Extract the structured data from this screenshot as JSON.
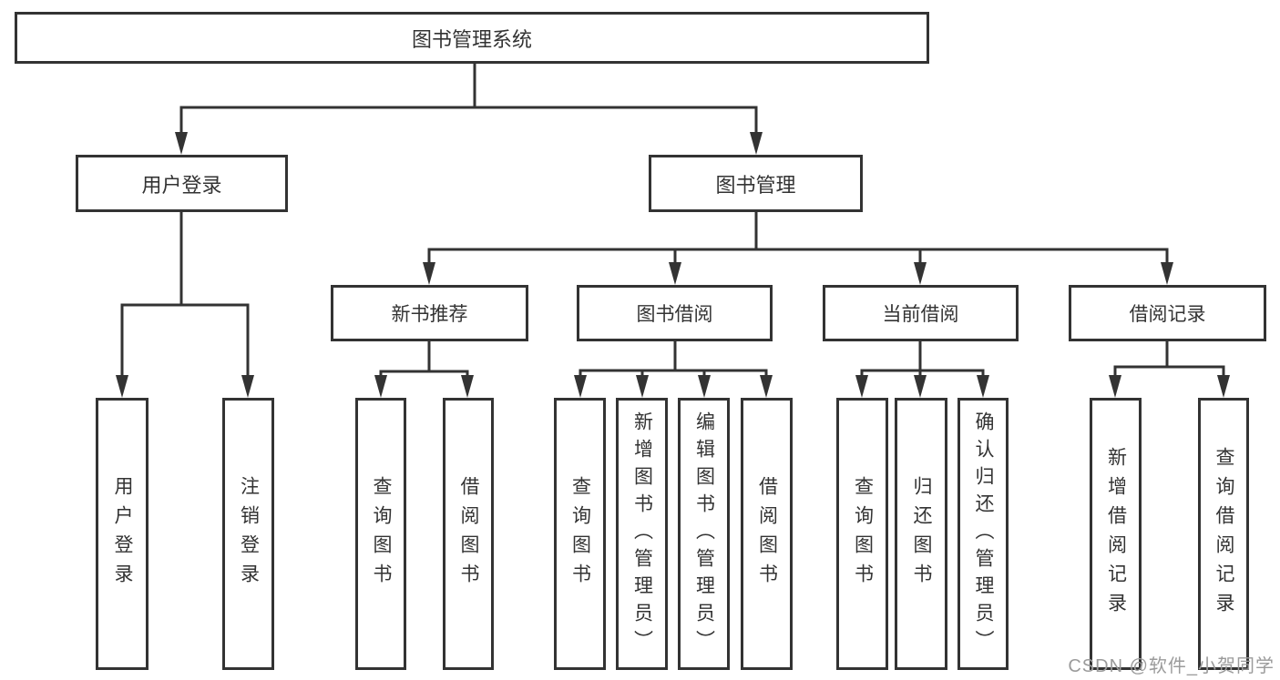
{
  "colors": {
    "line": "#333333",
    "text": "#333333",
    "background": "#ffffff",
    "watermark": "#9b9b9b"
  },
  "diagram": {
    "title": "图书管理系统",
    "level2": [
      {
        "label": "用户登录"
      },
      {
        "label": "图书管理"
      }
    ],
    "level3": [
      {
        "label": "新书推荐",
        "parent": "图书管理"
      },
      {
        "label": "图书借阅",
        "parent": "图书管理"
      },
      {
        "label": "当前借阅",
        "parent": "图书管理"
      },
      {
        "label": "借阅记录",
        "parent": "图书管理"
      }
    ],
    "leaves": [
      {
        "label": "用户登录",
        "parent": "用户登录"
      },
      {
        "label": "注销登录",
        "parent": "用户登录"
      },
      {
        "label": "查询图书",
        "parent": "新书推荐"
      },
      {
        "label": "借阅图书",
        "parent": "新书推荐"
      },
      {
        "label": "查询图书",
        "parent": "图书借阅"
      },
      {
        "label": "新增图书（管理员）",
        "parent": "图书借阅"
      },
      {
        "label": "编辑图书（管理员）",
        "parent": "图书借阅"
      },
      {
        "label": "借阅图书",
        "parent": "图书借阅"
      },
      {
        "label": "查询图书",
        "parent": "当前借阅"
      },
      {
        "label": "归还图书",
        "parent": "当前借阅"
      },
      {
        "label": "确认归还（管理员）",
        "parent": "当前借阅"
      },
      {
        "label": "新增借阅记录",
        "parent": "借阅记录"
      },
      {
        "label": "查询借阅记录",
        "parent": "借阅记录"
      }
    ]
  },
  "watermark": {
    "text": "CSDN @软件_小贺同学"
  }
}
